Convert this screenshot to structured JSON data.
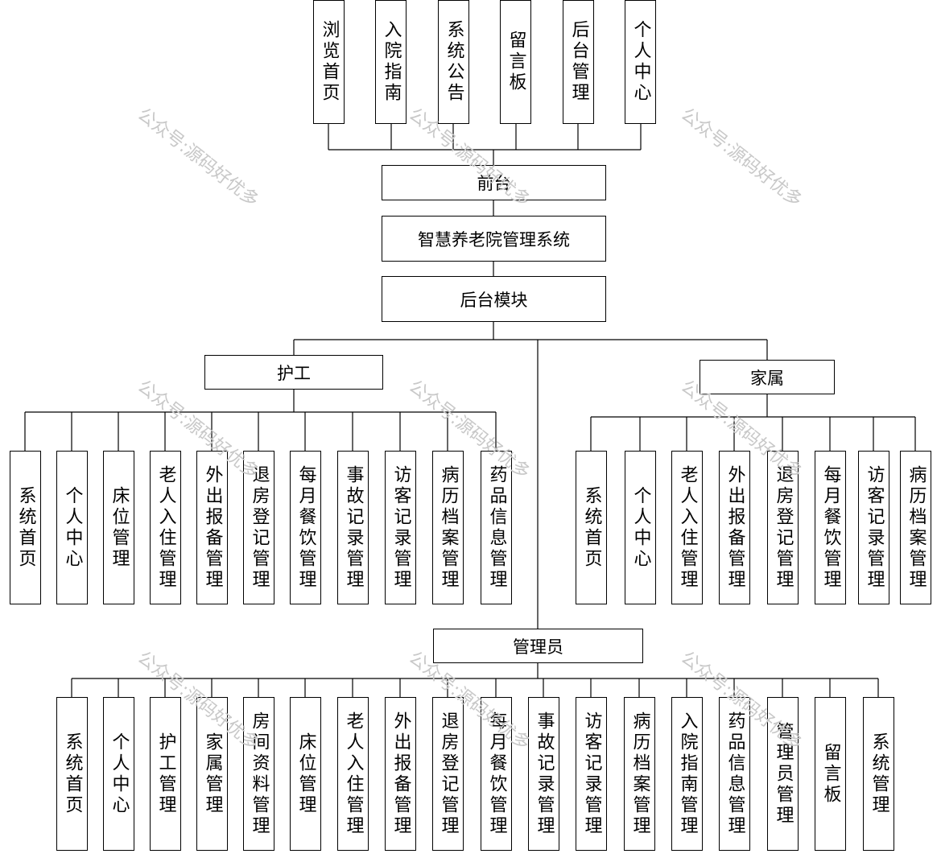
{
  "watermark": "公众号:源码好优多",
  "front": {
    "label": "前台",
    "items": [
      "浏览首页",
      "入院指南",
      "系统公告",
      "留言板",
      "后台管理",
      "个人中心"
    ]
  },
  "system": {
    "label": "智慧养老院管理系统"
  },
  "backend": {
    "label": "后台模块"
  },
  "nurse": {
    "label": "护工",
    "items": [
      "系统首页",
      "个人中心",
      "床位管理",
      "老人入住管理",
      "外出报备管理",
      "退房登记管理",
      "每月餐饮管理",
      "事故记录管理",
      "访客记录管理",
      "病历档案管理",
      "药品信息管理"
    ]
  },
  "family": {
    "label": "家属",
    "items": [
      "系统首页",
      "个人中心",
      "老人入住管理",
      "外出报备管理",
      "退房登记管理",
      "每月餐饮管理",
      "访客记录管理",
      "病历档案管理"
    ]
  },
  "admin": {
    "label": "管理员",
    "items": [
      "系统首页",
      "个人中心",
      "护工管理",
      "家属管理",
      "房间资料管理",
      "床位管理",
      "老人入住管理",
      "外出报备管理",
      "退房登记管理",
      "每月餐饮管理",
      "事故记录管理",
      "访客记录管理",
      "病历档案管理",
      "入院指南管理",
      "药品信息管理",
      "管理员管理",
      "留言板",
      "系统管理"
    ]
  }
}
